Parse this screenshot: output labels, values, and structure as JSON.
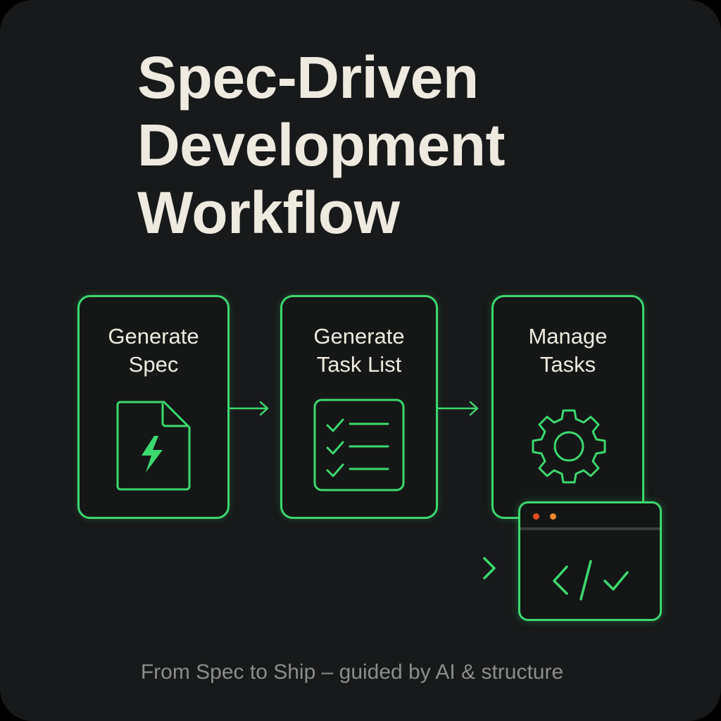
{
  "title": {
    "line1": "Spec-Driven",
    "line2": "Development",
    "line3": "Workflow"
  },
  "steps": [
    {
      "line1": "Generate",
      "line2": "Spec",
      "icon": "lightning-document-icon"
    },
    {
      "line1": "Generate",
      "line2": "Task List",
      "icon": "checklist-icon"
    },
    {
      "line1": "Manage",
      "line2": "Tasks",
      "icon": "gear-icon"
    }
  ],
  "code_window": {
    "icon": "code-check-icon",
    "dot_colors": [
      "#e2501d",
      "#f0862d"
    ]
  },
  "footer": "From Spec to Ship – guided by AI & structure",
  "colors": {
    "accent": "#3dd86f",
    "background": "#17191a",
    "text": "#efeae0",
    "muted": "#8c8e8c"
  }
}
